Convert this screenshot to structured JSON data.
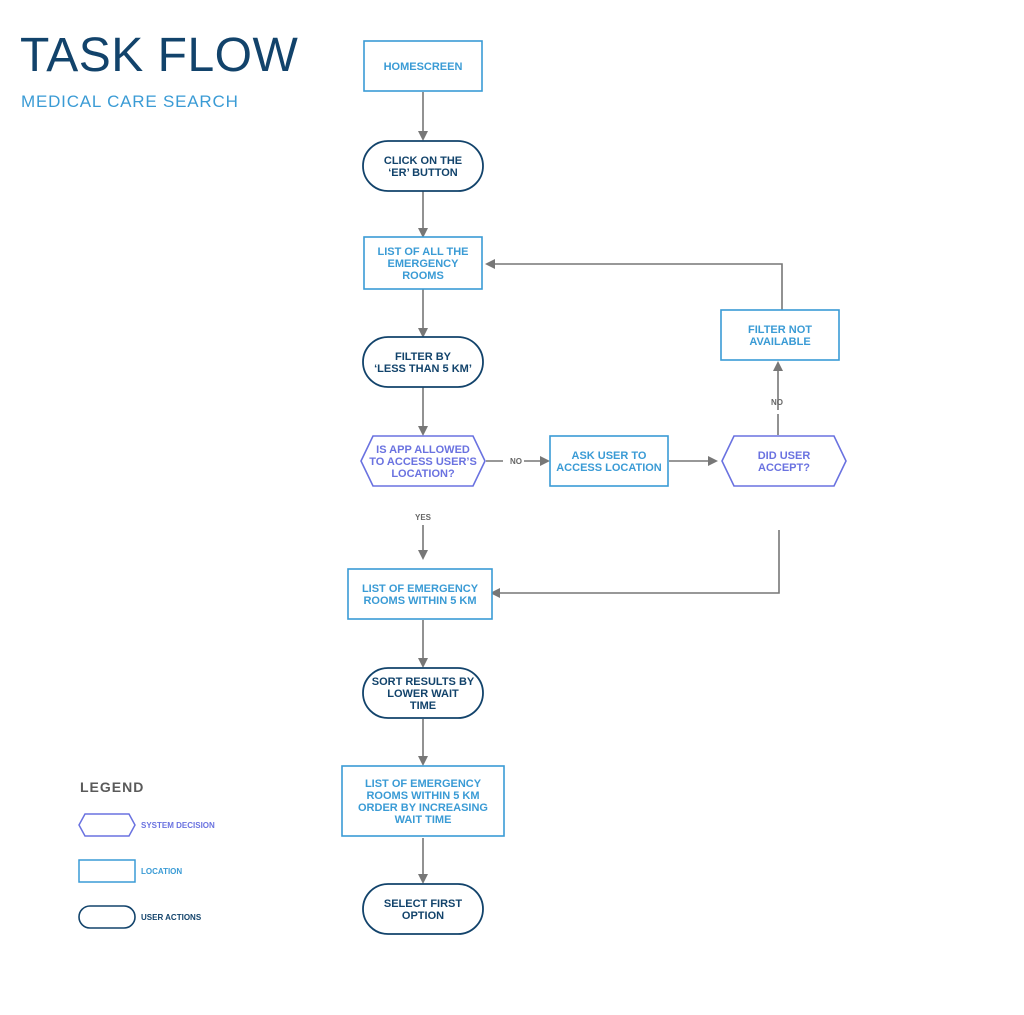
{
  "header": {
    "title": "TASK FLOW",
    "subtitle": "MEDICAL CARE SEARCH"
  },
  "colors": {
    "user_action": "#12436b",
    "location": "#3a9bd5",
    "system_decision": "#6a72e0",
    "connector": "#777777"
  },
  "nodes": {
    "homescreen": {
      "type": "location",
      "lines": [
        "HOMESCREEN"
      ]
    },
    "click_er": {
      "type": "user_action",
      "lines": [
        "CLICK ON THE",
        "‘ER’ BUTTON"
      ]
    },
    "list_all_er": {
      "type": "location",
      "lines": [
        "LIST OF ALL THE",
        "EMERGENCY",
        "ROOMS"
      ]
    },
    "filter_5km": {
      "type": "user_action",
      "lines": [
        "FILTER BY",
        "‘LESS THAN 5 KM’"
      ]
    },
    "app_allowed": {
      "type": "system_decision",
      "lines": [
        "IS APP ALLOWED",
        "TO ACCESS USER’S",
        "LOCATION?"
      ]
    },
    "ask_location": {
      "type": "location",
      "lines": [
        "ASK USER TO",
        "ACCESS LOCATION"
      ]
    },
    "did_accept": {
      "type": "system_decision",
      "lines": [
        "DID USER",
        "ACCEPT?"
      ]
    },
    "filter_na": {
      "type": "location",
      "lines": [
        "FILTER NOT",
        "AVAILABLE"
      ]
    },
    "list_within_5km": {
      "type": "location",
      "lines": [
        "LIST OF EMERGENCY",
        "ROOMS WITHIN 5 KM"
      ]
    },
    "sort_wait": {
      "type": "user_action",
      "lines": [
        "SORT RESULTS BY",
        "LOWER WAIT",
        "TIME"
      ]
    },
    "list_sorted": {
      "type": "location",
      "lines": [
        "LIST OF EMERGENCY",
        "ROOMS WITHIN 5 KM",
        "ORDER BY INCREASING",
        "WAIT TIME"
      ]
    },
    "select_first": {
      "type": "user_action",
      "lines": [
        "SELECT FIRST",
        "OPTION"
      ]
    }
  },
  "edge_labels": {
    "no_1": "NO",
    "yes": "YES",
    "no_2": "NO"
  },
  "legend": {
    "title": "LEGEND",
    "items": [
      {
        "type": "system_decision",
        "label": "SYSTEM DECISION"
      },
      {
        "type": "location",
        "label": "LOCATION"
      },
      {
        "type": "user_action",
        "label": "USER ACTIONS"
      }
    ]
  }
}
